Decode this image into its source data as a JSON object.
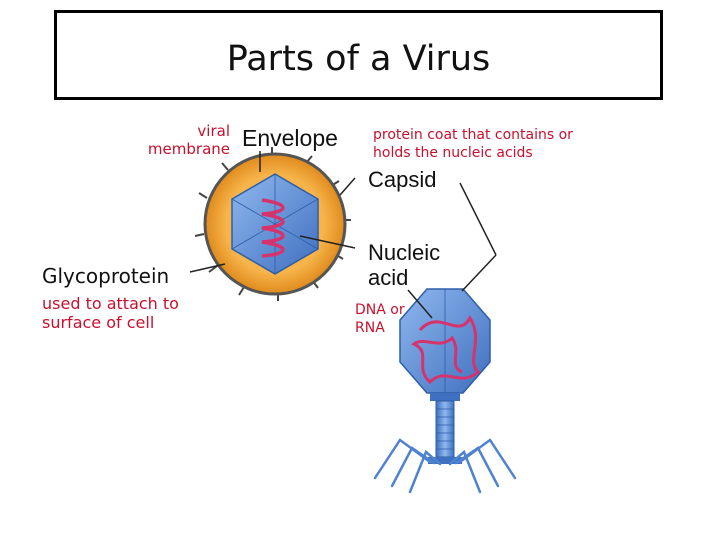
{
  "title": "Parts of a Virus",
  "labels": {
    "envelope": "Envelope",
    "viral_membrane": "viral membrane",
    "capsid": "Capsid",
    "capsid_description": "protein coat that contains or holds the nucleic acids",
    "nucleic_acid": "Nucleic acid",
    "dna_rna": "DNA or RNA",
    "glycoprotein": "Glycoprotein",
    "glycoprotein_description": "used to attach to surface of cell"
  },
  "colors": {
    "annotation_red": "#c8102e",
    "envelope_orange": "#f0a030",
    "capsid_blue": "#5b8fd6",
    "nucleic_pink": "#d6336c",
    "spike_gray": "#444444"
  }
}
